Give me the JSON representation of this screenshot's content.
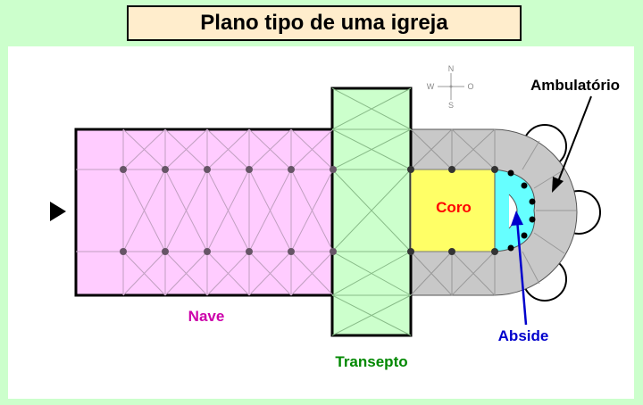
{
  "title": "Plano tipo de uma igreja",
  "labels": {
    "nave": "Nave",
    "transepto": "Transepto",
    "coro": "Coro",
    "abside": "Abside",
    "ambulatorio": "Ambulatório"
  },
  "compass": {
    "n": "N",
    "s": "S",
    "w": "W",
    "o": "O"
  },
  "colors": {
    "nave": "#ffccff",
    "transepto": "#ccffcc",
    "coro": "#ffff66",
    "abside": "#66ffff",
    "ambulatorio": "#c8c8c8",
    "label_nave": "#cc00aa",
    "label_transepto": "#008800",
    "label_coro": "#ff0000",
    "label_abside": "#0000cc"
  }
}
